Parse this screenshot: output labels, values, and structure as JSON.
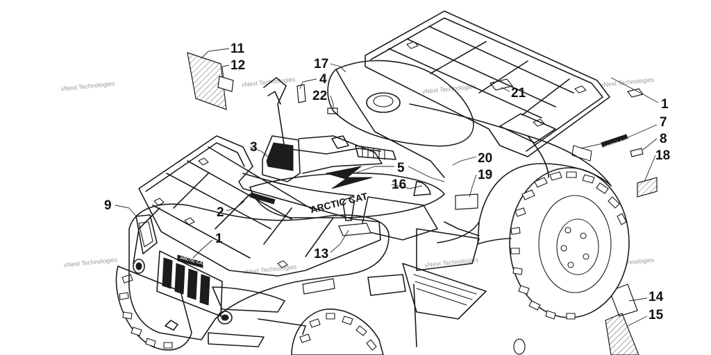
{
  "diagram": {
    "watermark": "vNext Technologies",
    "callouts": [
      {
        "id": "callout-11",
        "label": "11"
      },
      {
        "id": "callout-12",
        "label": "12"
      },
      {
        "id": "callout-4",
        "label": "4"
      },
      {
        "id": "callout-22",
        "label": "22"
      },
      {
        "id": "callout-17",
        "label": "17"
      },
      {
        "id": "callout-21",
        "label": "21"
      },
      {
        "id": "callout-1-rear",
        "label": "1"
      },
      {
        "id": "callout-7",
        "label": "7"
      },
      {
        "id": "callout-8",
        "label": "8"
      },
      {
        "id": "callout-18",
        "label": "18"
      },
      {
        "id": "callout-3",
        "label": "3"
      },
      {
        "id": "callout-20",
        "label": "20"
      },
      {
        "id": "callout-5",
        "label": "5"
      },
      {
        "id": "callout-19",
        "label": "19"
      },
      {
        "id": "callout-16",
        "label": "16"
      },
      {
        "id": "callout-9",
        "label": "9"
      },
      {
        "id": "callout-2",
        "label": "2"
      },
      {
        "id": "callout-1-front",
        "label": "1"
      },
      {
        "id": "callout-13",
        "label": "13"
      },
      {
        "id": "callout-14",
        "label": "14"
      },
      {
        "id": "callout-15",
        "label": "15"
      }
    ],
    "decal_text": {
      "hood_logo": "ARCTIC CAT",
      "grille_badge": "ARCTIC CAT",
      "rear_badge": "ARCTIC CAT"
    }
  }
}
